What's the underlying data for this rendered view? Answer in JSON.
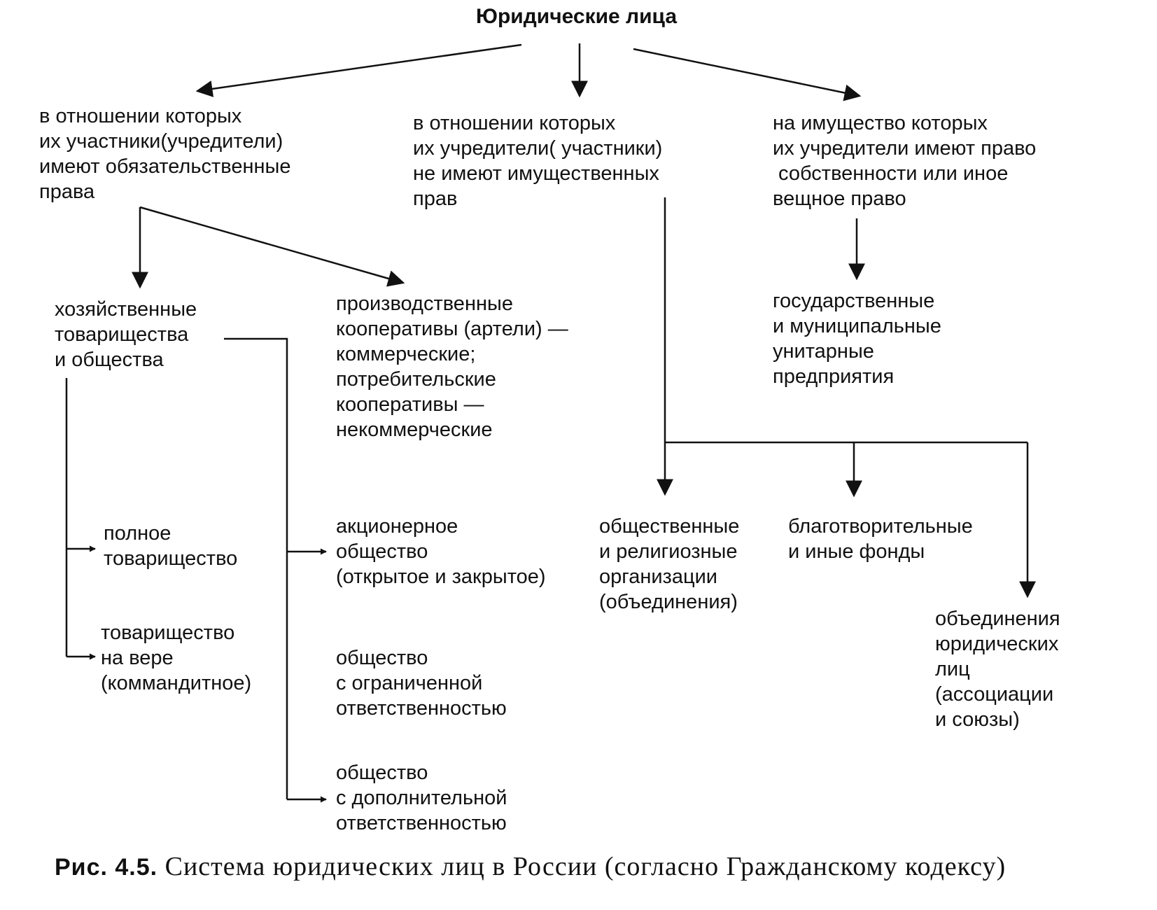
{
  "title": "Юридические лица",
  "branches": {
    "obligation": "в отношении которых\nих участники(учредители)\nимеют обязательственные\nправа",
    "no_property": "в отношении которых\nих учредители( участники)\nне имеют имущественных\nправ",
    "ownership": "на имущество которых\nих учредители имеют право\n собственности или иное\nвещное право"
  },
  "nodes": {
    "business_partnerships": "хозяйственные\nтоварищества\nи общества",
    "cooperatives": "производственные\nкооперативы (артели) —\nкоммерческие;\nпотребительские\nкооперативы —\nнекоммерческие",
    "unitary": "государственные\nи муниципальные\nунитарные\nпредприятия",
    "full_partnership": "полное\nтоварищество",
    "limited_partnership": "товарищество\nна вере\n(коммандитное)",
    "joint_stock": "акционерное\nобщество\n(открытое и закрытое)",
    "llc": "общество\nс ограниченной\nответственностью",
    "additional_liability": "общество\nс дополнительной\nответственностью",
    "public_religious": "общественные\nи религиозные\nорганизации\n(объединения)",
    "funds": "благотворительные\nи иные фонды",
    "associations": "объединения\nюридических\nлиц\n(ассоциации\nи союзы)"
  },
  "caption": {
    "label": "Рис. 4.5.",
    "text": " Система юридических лиц в России (согласно Гражданскому кодексу)"
  }
}
